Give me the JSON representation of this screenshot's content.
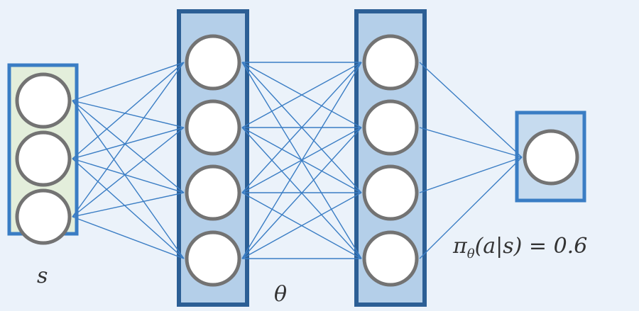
{
  "layers": [
    {
      "name": "input",
      "nodes": 3,
      "fill": "#e3eedb",
      "stroke": "#3a7dc4"
    },
    {
      "name": "hidden-1",
      "nodes": 4,
      "fill": "#b4cfe9",
      "stroke": "#2c5f95"
    },
    {
      "name": "hidden-2",
      "nodes": 4,
      "fill": "#b4cfe9",
      "stroke": "#2c5f95"
    },
    {
      "name": "output",
      "nodes": 1,
      "fill": "#c6dbef",
      "stroke": "#3a7dc4"
    }
  ],
  "labels": {
    "state": "s",
    "params": "θ",
    "policy_prefix": "π",
    "policy_sub": "θ",
    "policy_rest": "(a|s) = 0.6"
  },
  "colors": {
    "edge": "#3a7dc4",
    "node_stroke": "#737373",
    "node_fill": "#ffffff"
  }
}
